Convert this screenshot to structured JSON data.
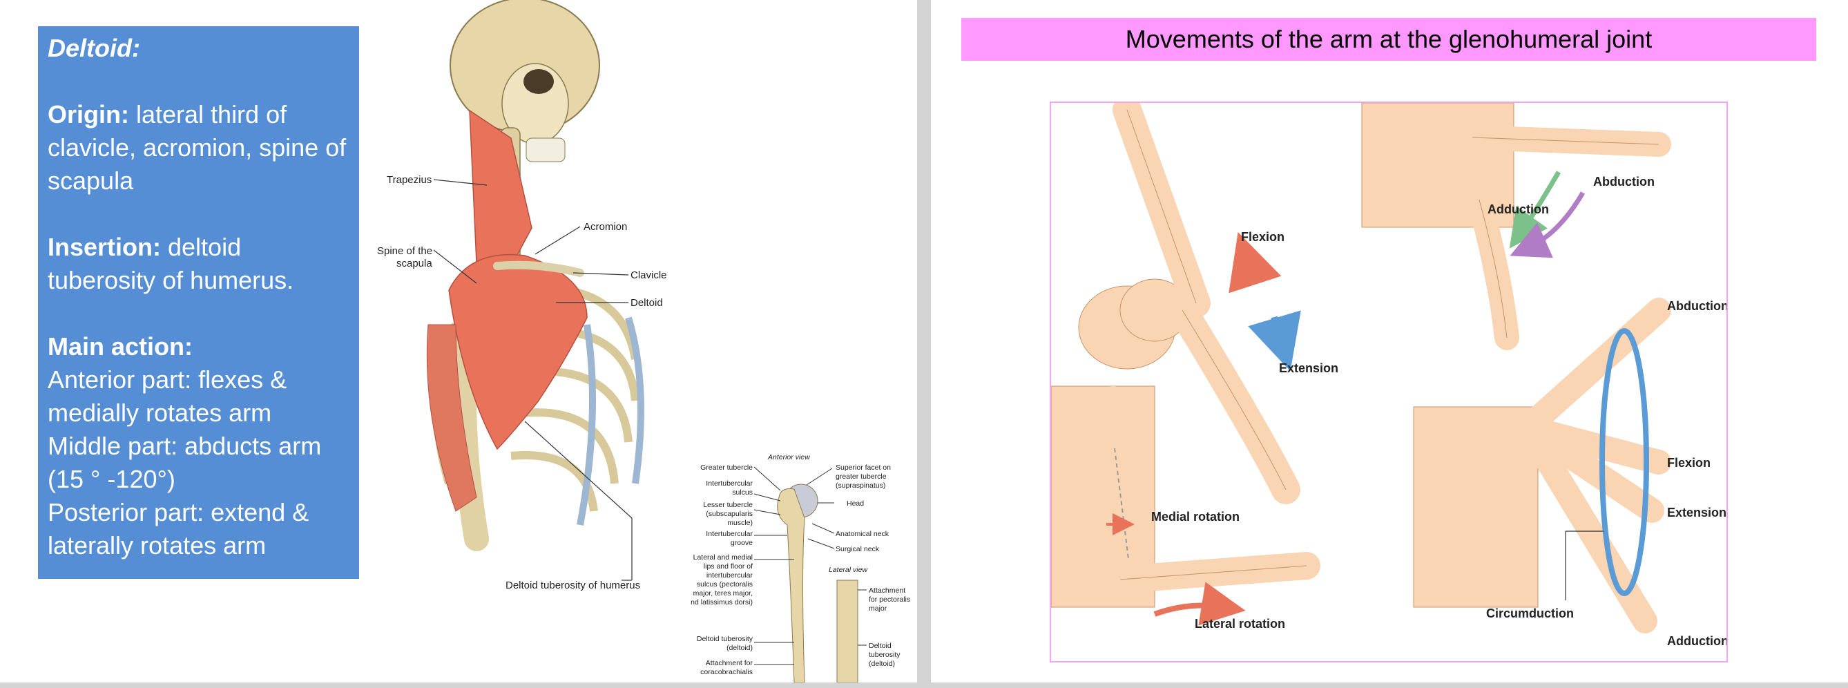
{
  "left_slide": {
    "textbox": {
      "title": "Deltoid:",
      "origin_label": "Origin:",
      "origin_text": " lateral third of clavicle, acromion, spine of scapula",
      "insertion_label": "Insertion:",
      "insertion_text": " deltoid tuberosity of humerus.",
      "action_label": "Main action:",
      "action_lines": [
        "Anterior part: flexes & medially rotates arm",
        "Middle part: abducts arm (15 ° -120°)",
        "Posterior part: extend & laterally rotates arm"
      ]
    },
    "figure_labels": {
      "trapezius": "Trapezius",
      "acromion": "Acromion",
      "spine_line1": "Spine of the",
      "spine_line2": "scapula",
      "clavicle": "Clavicle",
      "deltoid": "Deltoid",
      "deltoid_tuberosity": "Deltoid tuberosity of humerus"
    },
    "humerus_labels": {
      "anterior_view": "Anterior view",
      "lateral_view": "Lateral view",
      "greater_tubercle": "Greater tubercle",
      "intertubercular_sulcus": [
        "Intertubercular",
        "sulcus"
      ],
      "lesser_tubercle": [
        "Lesser tubercle",
        "(subscapularis",
        "muscle)"
      ],
      "intertubercular_groove": [
        "Intertubercular",
        "groove"
      ],
      "lips_floor": [
        "Lateral and medial",
        "lips and floor of",
        "intertubercular",
        "sulcus (pectoralis",
        "major, teres major,",
        "and latissimus dorsi)"
      ],
      "deltoid_tuberosity": [
        "Deltoid tuberosity",
        "(deltoid)"
      ],
      "attachment_coraco": [
        "Attachment for",
        "coracobrachialis"
      ],
      "superior_facet": [
        "Superior facet on",
        "greater tubercle",
        "(supraspinatus)"
      ],
      "head": "Head",
      "anatomical_neck": "Anatomical neck",
      "surgical_neck": "Surgical neck",
      "attachment_pectoralis": [
        "Attachment",
        "for pectoralis",
        "major"
      ],
      "deltoid_tuberosity_lat": [
        "Deltoid",
        "tuberosity",
        "(deltoid)"
      ]
    }
  },
  "right_slide": {
    "title": "Movements of the arm at the glenohumeral joint",
    "labels": {
      "flexion": "Flexion",
      "extension": "Extension",
      "abduction_top": "Abduction",
      "adduction_top": "Adduction",
      "abduction_right": "Abduction",
      "flexion_right": "Flexion",
      "extension_right": "Extension",
      "circumduction": "Circumduction",
      "adduction_bottom": "Adduction",
      "medial_rotation": "Medial rotation",
      "lateral_rotation": "Lateral rotation"
    }
  },
  "colors": {
    "textbox_bg": "#558ed5",
    "title_bar_bg": "#ff99ff",
    "muscle": "#e8735a",
    "skin": "#f9d5b4",
    "bone": "#e8dcb8"
  }
}
